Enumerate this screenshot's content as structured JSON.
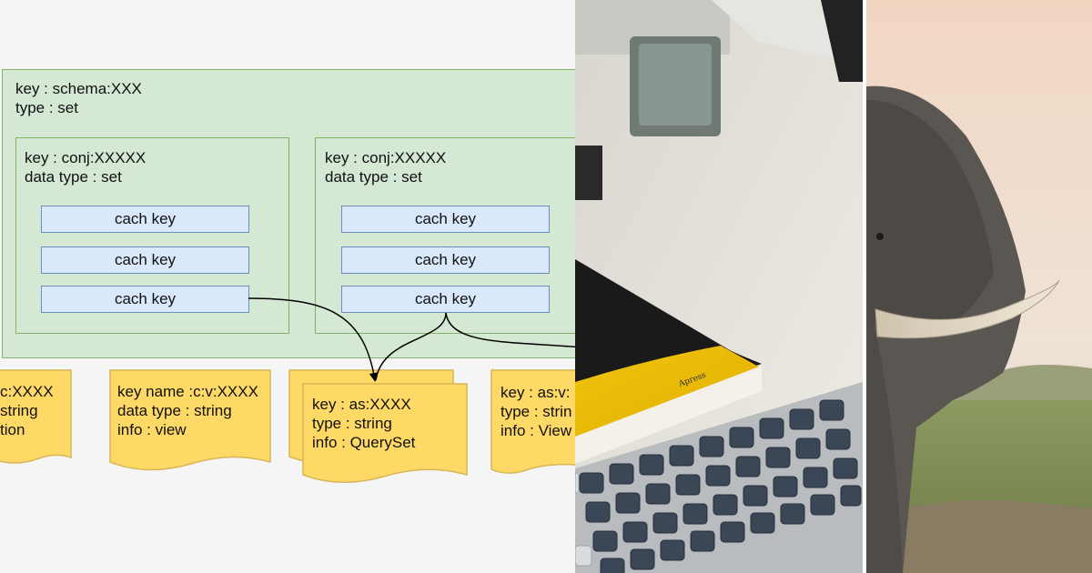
{
  "diagram": {
    "schema": {
      "key_line": "key : schema:XXX",
      "type_line": "type : set"
    },
    "conj_boxes": [
      {
        "key_line": "key : conj:XXXXX",
        "type_line": "data type : set",
        "cache_keys": [
          "cach key",
          "cach key",
          "cach key"
        ]
      },
      {
        "key_line": "key : conj:XXXXX",
        "type_line": "data type : set",
        "cache_keys": [
          "cach key",
          "cach key",
          "cach key"
        ]
      }
    ],
    "docs": [
      {
        "lines": [
          "c:XXXX",
          "string",
          "tion"
        ]
      },
      {
        "lines": [
          "key name :c:v:XXXX",
          "data type : string",
          "info : view"
        ]
      },
      {
        "lines": [
          "key : as:XXXX",
          "type : string",
          "info : QuerySet"
        ]
      },
      {
        "lines": [
          "key : as:v:",
          "type : strin",
          "info : View"
        ]
      }
    ],
    "colors": {
      "schema_fill": "#d5e8d4",
      "schema_stroke": "#82b366",
      "cache_fill": "#dae8fc",
      "cache_stroke": "#6c8ebf",
      "doc_fill": "#ffd966",
      "doc_stroke": "#d6b656"
    }
  },
  "photos": {
    "keyboard": {
      "book_brand": "Apress"
    },
    "elephant": {}
  }
}
